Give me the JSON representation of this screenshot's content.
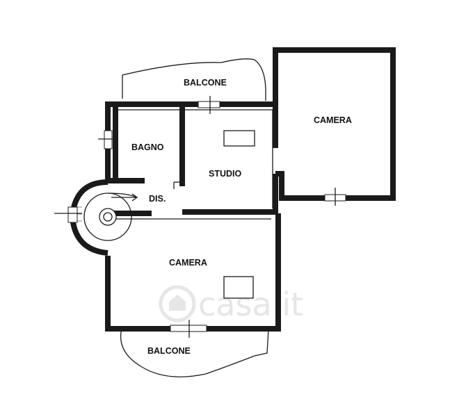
{
  "rooms": {
    "balcone_top": "BALCONE",
    "camera_right": "CAMERA",
    "bagno": "BAGNO",
    "studio": "STUDIO",
    "dis": "DIS.",
    "camera_main": "CAMERA",
    "balcone_bottom": "BALCONE"
  },
  "watermark": {
    "text": "casa.it"
  },
  "colors": {
    "wall": "#1a1a1a",
    "background": "#ffffff",
    "watermark": "#e6e6e6"
  }
}
